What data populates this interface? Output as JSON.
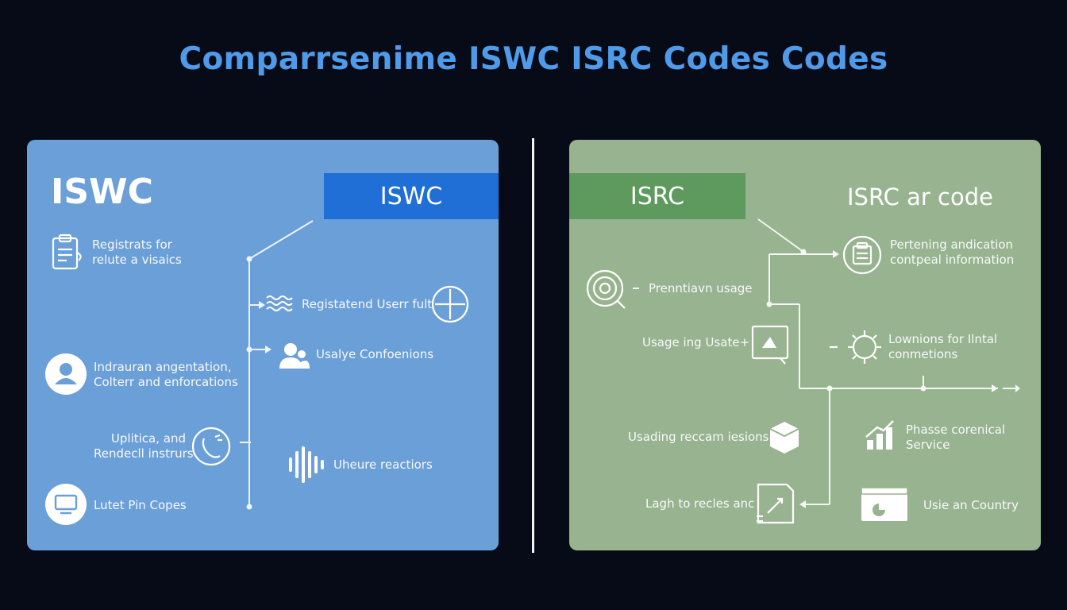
{
  "title": "Comparrsenime ISWC ISRC Codes Codes",
  "colors": {
    "title": "#4f9bea",
    "left_panel": "#6b9fd8",
    "right_panel": "#98b38f",
    "left_banner": "#1f6fd6",
    "right_banner": "#5e9a5d"
  },
  "left": {
    "heading": "ISWC",
    "banner": "ISWC",
    "items": [
      {
        "icon": "clipboard-icon",
        "lines": [
          "Registrats for",
          "relute a visaics"
        ]
      },
      {
        "icon": "waves-icon",
        "lines": [
          "Registatend Userr fult"
        ]
      },
      {
        "icon": "user-group-icon",
        "lines": [
          "Usalye Confoenions"
        ]
      },
      {
        "icon": "user-icon",
        "lines": [
          "Indrauran angentation,",
          "Colterr and enforcations"
        ]
      },
      {
        "icon": "phone-icon",
        "lines": [
          "Uplitica, and",
          "Rendecll instrurs"
        ]
      },
      {
        "icon": "soundwave-icon",
        "lines": [
          "Uheure reactiors"
        ]
      },
      {
        "icon": "monitor-icon",
        "lines": [
          "Lutet Pin Copes"
        ]
      }
    ]
  },
  "right": {
    "heading": "ISRC ar code",
    "banner": "ISRC",
    "items": [
      {
        "icon": "contract-icon",
        "lines": [
          "Pertening andication",
          "contpeal information"
        ]
      },
      {
        "icon": "target-icon",
        "lines": [
          "Prenntiavn usage"
        ]
      },
      {
        "icon": "play-card-icon",
        "lines": [
          "Usage ing Usate+"
        ]
      },
      {
        "icon": "gear-icon",
        "lines": [
          "Lownions for Ilntal",
          "conmetions"
        ]
      },
      {
        "icon": "box-icon",
        "lines": [
          "Usading reccam iesions"
        ]
      },
      {
        "icon": "growth-chart-icon",
        "lines": [
          "Phasse corenical",
          "Service"
        ]
      },
      {
        "icon": "document-icon",
        "lines": [
          "Lagh to recles anc"
        ]
      },
      {
        "icon": "browser-window-icon",
        "lines": [
          "Usie an Country"
        ]
      }
    ]
  }
}
